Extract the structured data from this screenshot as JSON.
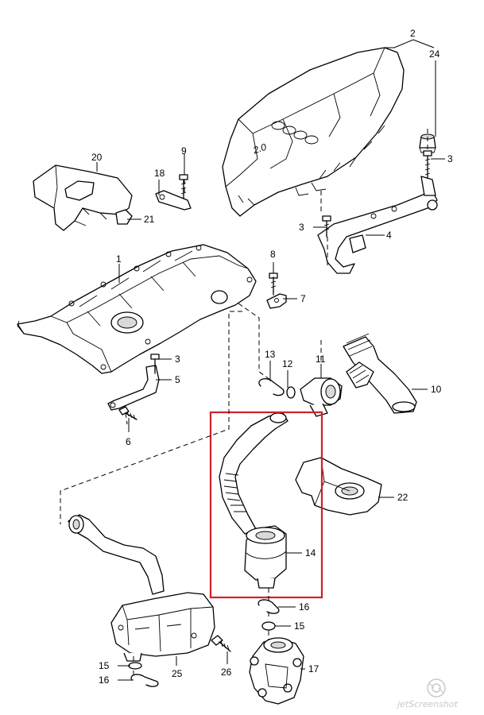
{
  "colors": {
    "line": "#000000",
    "background": "#ffffff",
    "highlight_box": "#d0202a",
    "watermark": "#c9c9c9"
  },
  "callouts": {
    "c1": "1",
    "c2": "2",
    "c3a": "3",
    "c3b": "3",
    "c3c": "3",
    "c4": "4",
    "c5": "5",
    "c6": "6",
    "c7": "7",
    "c8": "8",
    "c9": "9",
    "c10": "10",
    "c11": "11",
    "c12": "12",
    "c13": "13",
    "c14": "14",
    "c15a": "15",
    "c15b": "15",
    "c16a": "16",
    "c16b": "16",
    "c17": "17",
    "c18": "18",
    "c20": "20",
    "c21": "21",
    "c22": "22",
    "c24": "24",
    "c25": "25",
    "c26": "26"
  },
  "engine_cover": {
    "badge_text": "2.0"
  },
  "watermark": {
    "text": "jetScreenshot",
    "icon": "camera-lens-icon"
  }
}
